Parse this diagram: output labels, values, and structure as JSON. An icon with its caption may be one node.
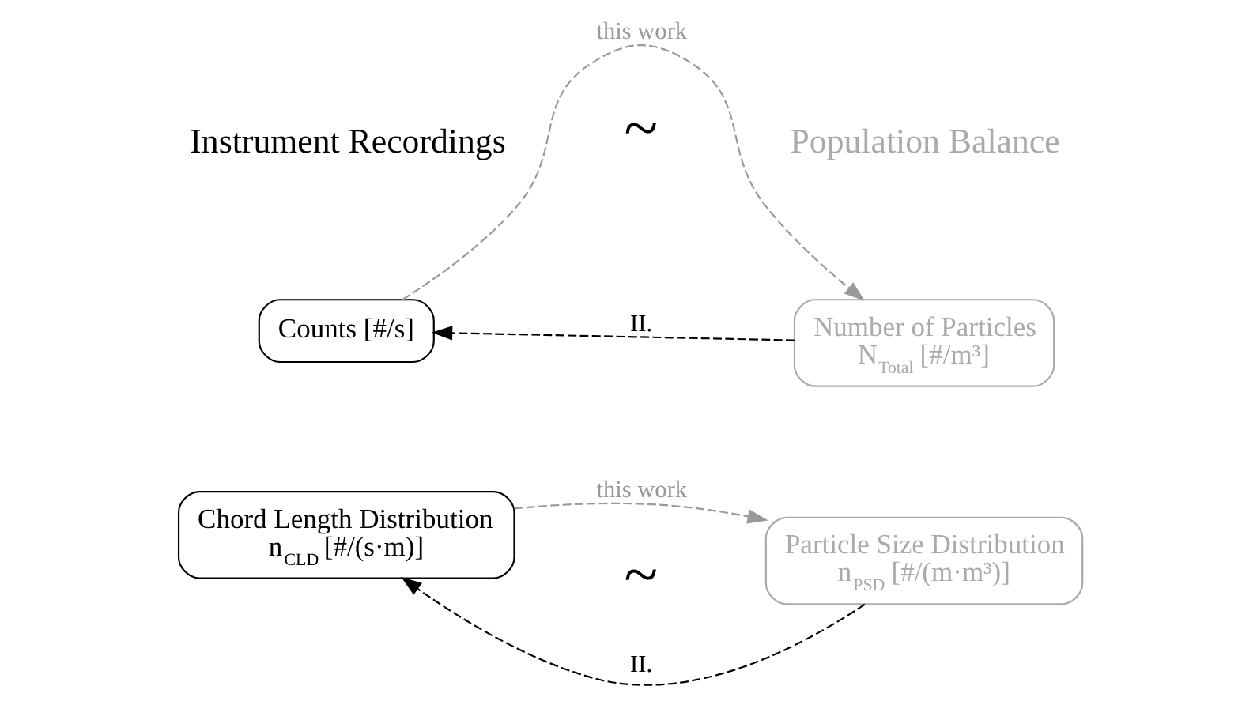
{
  "diagram": {
    "nodes": [
      {
        "text": [
          "Counts [#/s]"
        ]
      },
      {
        "text": [
          "Number of Particles",
          "N$_{Total}$ [#/m³]"
        ]
      },
      {
        "text": [
          "Chord Length Distribution",
          "n$_{CLD}$ [#/(s·m)]"
        ]
      },
      {
        "text": [
          "Particle Size Distribution",
          "n$_{PSD}$ [#/(m·m³)]"
        ]
      }
    ],
    "edges": [
      {
        "from": 0,
        "to": 1,
        "arrow": "to",
        "label": "this work",
        "style": "dashed",
        "color": "#999999"
      },
      {
        "from": 1,
        "to": 0,
        "arrow": "to",
        "label": "II.",
        "style": "dashed",
        "color": "#000000"
      },
      {
        "from": 2,
        "to": 3,
        "arrow": "to",
        "label": "this work",
        "style": "dashed",
        "color": "#999999"
      },
      {
        "from": 3,
        "to": 2,
        "arrow": "to",
        "label": "II.",
        "style": "dashed",
        "color": "#000000"
      }
    ],
    "labels": [
      "Instrument Recordings",
      "Population Balance",
      "~",
      "~"
    ]
  }
}
